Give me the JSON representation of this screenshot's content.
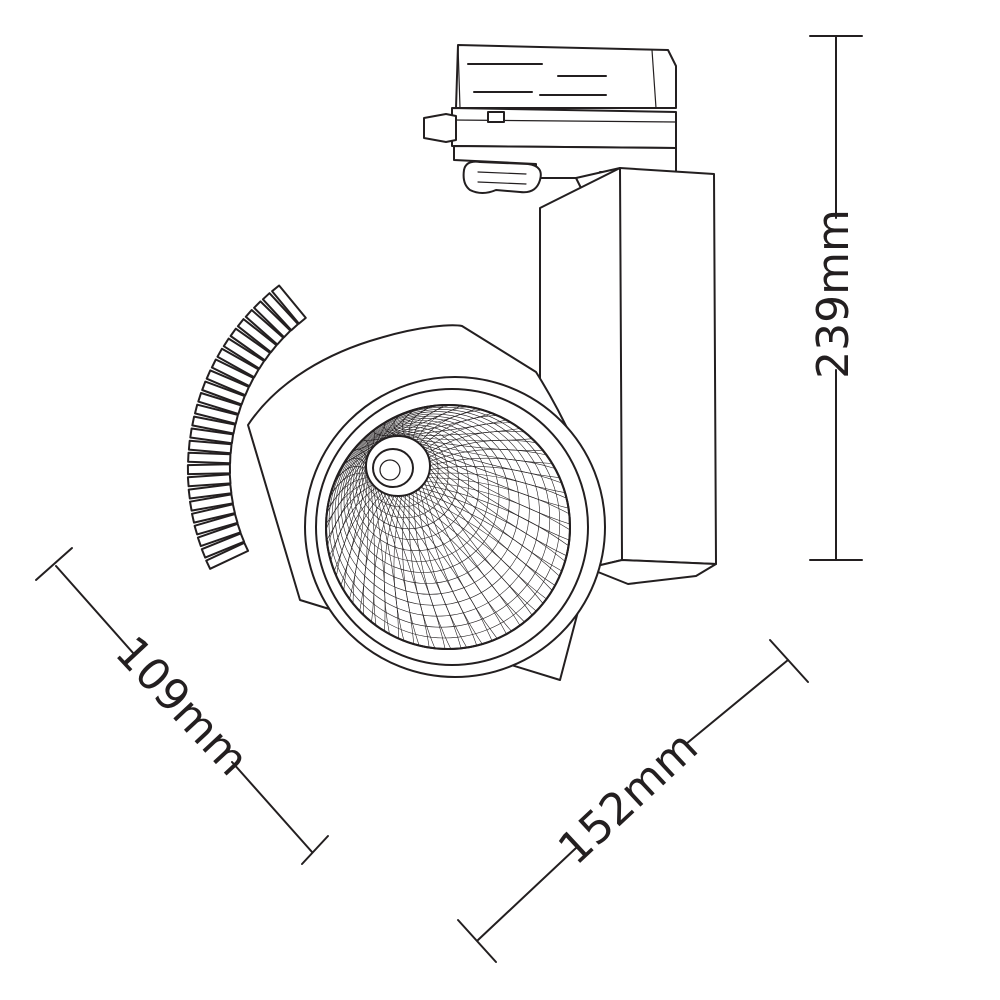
{
  "dimensions": {
    "height": "239mm",
    "depth": "109mm",
    "width": "152mm"
  },
  "colors": {
    "line": "#231f20",
    "background": "#ffffff"
  }
}
